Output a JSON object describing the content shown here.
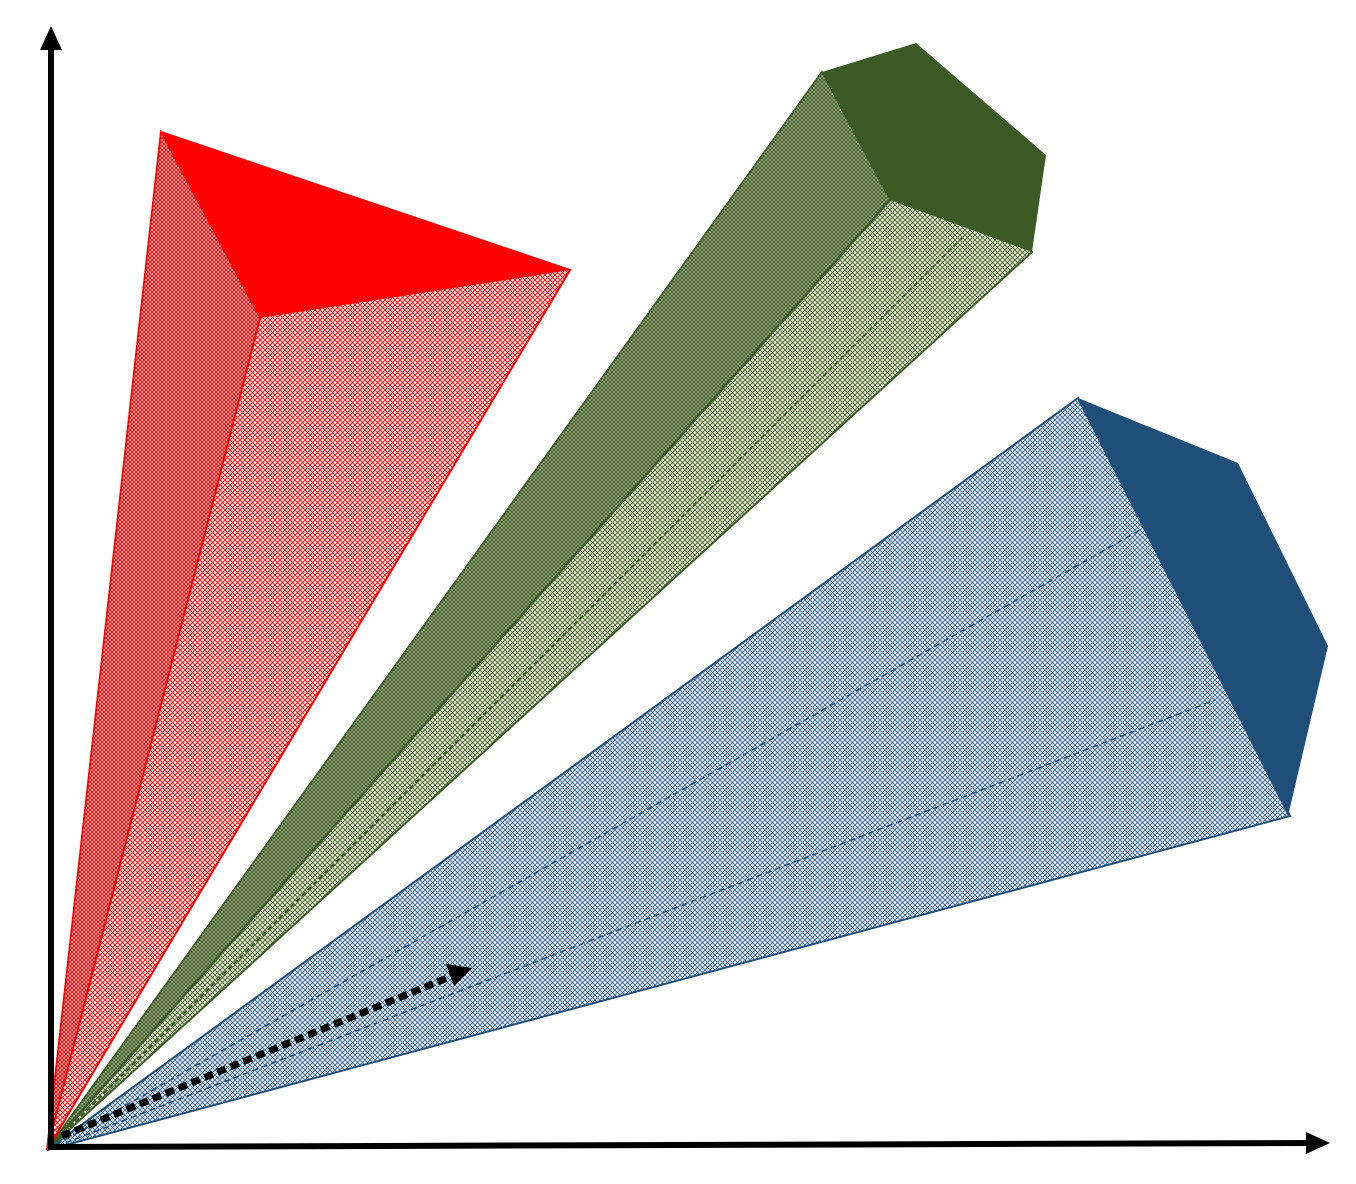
{
  "diagram": {
    "type": "cone-diagram",
    "axes": {
      "vertical_axis": "arrow",
      "horizontal_axis": "arrow",
      "color": "#000000"
    },
    "cones": [
      {
        "name": "red-pyramid",
        "cross_section": "triangle",
        "color": "#ff0000"
      },
      {
        "name": "green-pentagonal-cone",
        "cross_section": "pentagon",
        "color": "#3c5a26",
        "fill_light": "#d9e0c4"
      },
      {
        "name": "blue-pentagonal-cone",
        "cross_section": "pentagon",
        "color": "#1f4e79",
        "fill_light": "#c9d6e6"
      }
    ],
    "direction_arrow": {
      "style": "dotted",
      "color": "#000000"
    }
  }
}
